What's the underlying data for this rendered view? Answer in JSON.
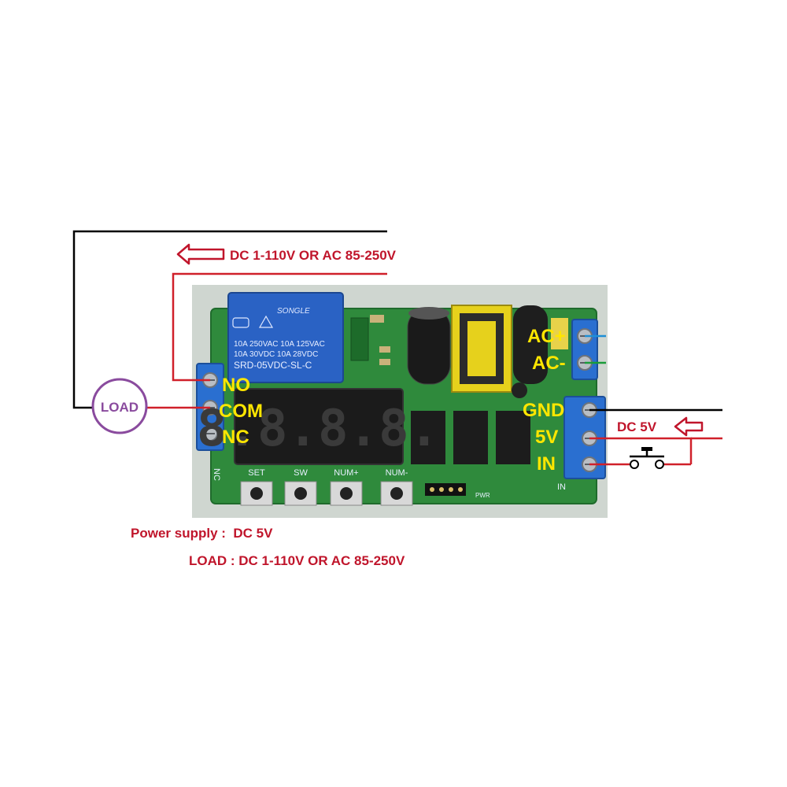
{
  "top_label": "DC 1-110V OR AC 85-250V",
  "load_label": "LOAD",
  "relay_terminals": [
    "NO",
    "COM",
    "NC"
  ],
  "ac_terminals": [
    "AC+",
    "AC-"
  ],
  "input_terminals": [
    "GND",
    "5V",
    "IN"
  ],
  "dc_input_label": "DC 5V",
  "display_digits": "8.8.8.8.",
  "buttons": [
    "SET",
    "SW",
    "NUM+",
    "NUM-"
  ],
  "relay_marking": {
    "brand": "SONGLE",
    "ratings": [
      "10A 250VAC  10A 125VAC",
      "10A  30VDC  10A  28VDC"
    ],
    "model": "SRD-05VDC-SL-C"
  },
  "board_marks": {
    "nc": "NC",
    "in": "IN",
    "pwr": "PWR"
  },
  "notes": {
    "power_supply_label": "Power supply :",
    "power_supply_value": "DC 5V",
    "load_label": "LOAD :",
    "load_value": "DC 1-110V OR AC 85-250V"
  },
  "colors": {
    "wire_black": "#000000",
    "wire_red": "#d0202a",
    "wire_blue": "#1e8fd6",
    "wire_green": "#1a9c3a",
    "label_red": "#c0152b",
    "label_yellow": "#ffe600",
    "pcb_green": "#2f8a3c",
    "terminal_blue": "#2a6fd0",
    "relay_blue": "#2a62c4"
  }
}
